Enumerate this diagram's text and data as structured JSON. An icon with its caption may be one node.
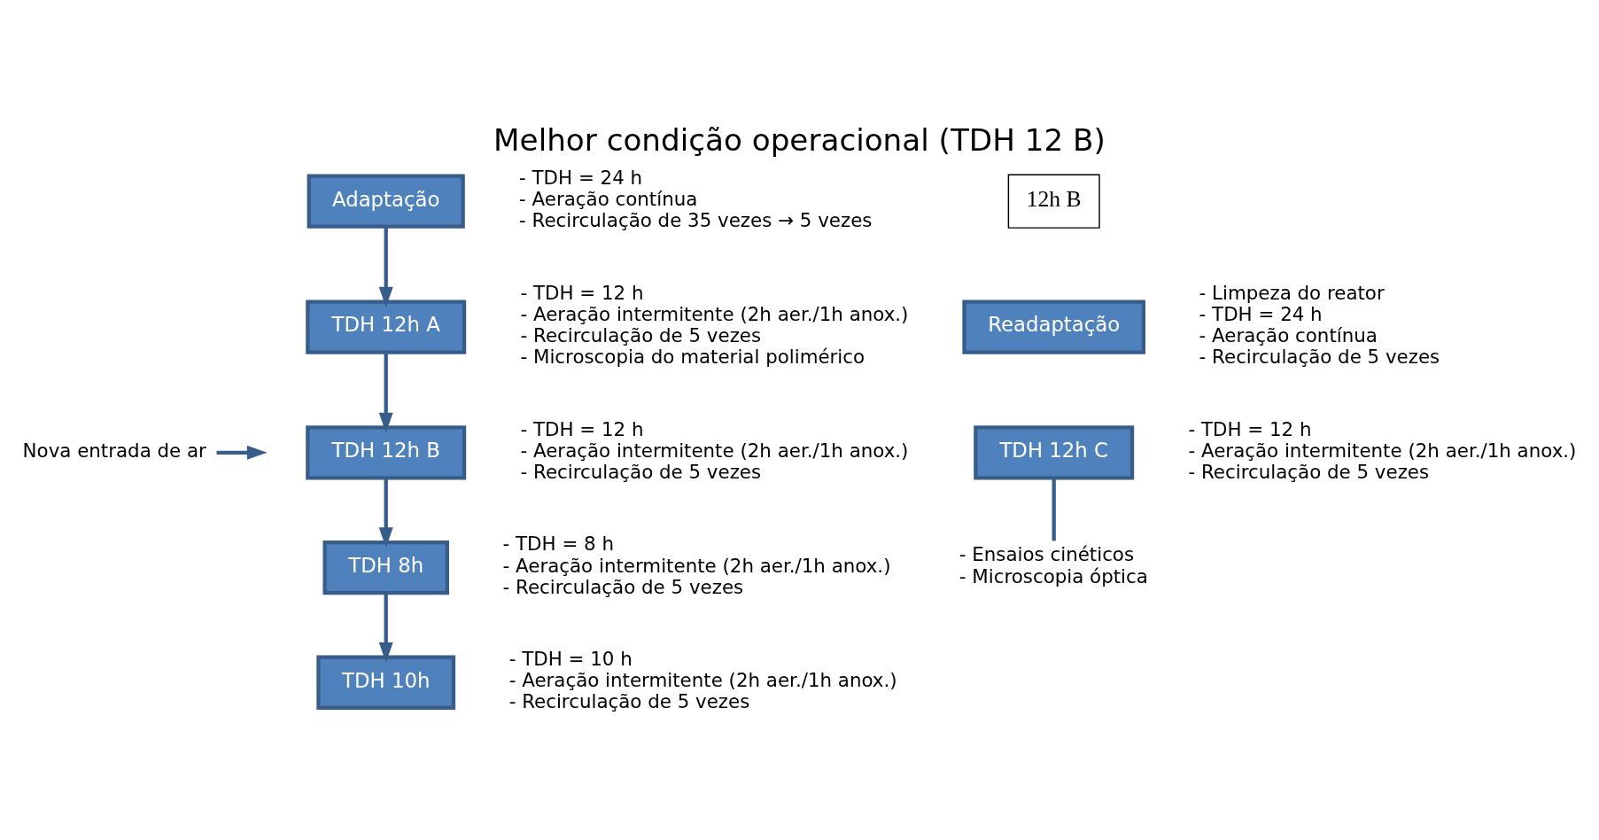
{
  "diagram": {
    "title": "Melhor condição operacional (TDH 12 B)",
    "nodes": [
      {
        "text": [
          "Adaptação"
        ],
        "beside": [
          "- TDH = 24 h",
          "- Aeração contínua",
          "- Recirculação de 35 vezes → 5 vezes"
        ]
      },
      {
        "text": [
          "TDH 12h A"
        ],
        "beside": [
          "- TDH = 12 h",
          "- Aeração intermitente (2h aer./1h anox.)",
          "- Recirculação de 5 vezes",
          "- Microscopia do material polimérico"
        ]
      },
      {
        "text": [
          "Nova entrada de ar"
        ]
      },
      {
        "text": [
          "TDH 12h B"
        ],
        "beside": [
          "- TDH = 12 h",
          "- Aeração intermitente (2h aer./1h anox.)",
          "- Recirculação de 5 vezes"
        ]
      },
      {
        "text": [
          "TDH 8h"
        ],
        "beside": [
          "- TDH = 8 h",
          "- Aeração intermitente (2h aer./1h anox.)",
          "- Recirculação de 5 vezes"
        ]
      },
      {
        "text": [
          "TDH 10h"
        ],
        "beside": [
          "- TDH = 10 h",
          "- Aeração intermitente (2h aer./1h anox.)",
          "- Recirculação de 5 vezes"
        ]
      },
      {
        "text": [
          "12h B"
        ]
      },
      {
        "text": [
          "Readaptação"
        ],
        "beside": [
          "- Limpeza do reator",
          "- TDH = 24 h",
          "- Aeração contínua",
          "- Recirculação de 5 vezes"
        ]
      },
      {
        "text": [
          "TDH 12h C"
        ],
        "beside": [
          "- TDH = 12 h",
          "- Aeração intermitente (2h aer./1h anox.)",
          "- Recirculação de 5 vezes"
        ]
      },
      {
        "text": [
          "- Ensaios cinéticos",
          "- Microscopia óptica"
        ]
      }
    ],
    "edges": [
      {
        "from": 0,
        "to": 1,
        "arrow": "to"
      },
      {
        "from": 1,
        "to": 3,
        "arrow": "to"
      },
      {
        "from": 2,
        "to": null,
        "arrow": "to"
      },
      {
        "from": 3,
        "to": 4,
        "arrow": "to"
      },
      {
        "from": 4,
        "to": 5,
        "arrow": "to"
      },
      {
        "from": 8,
        "to": 9,
        "arrow": "none"
      }
    ]
  }
}
